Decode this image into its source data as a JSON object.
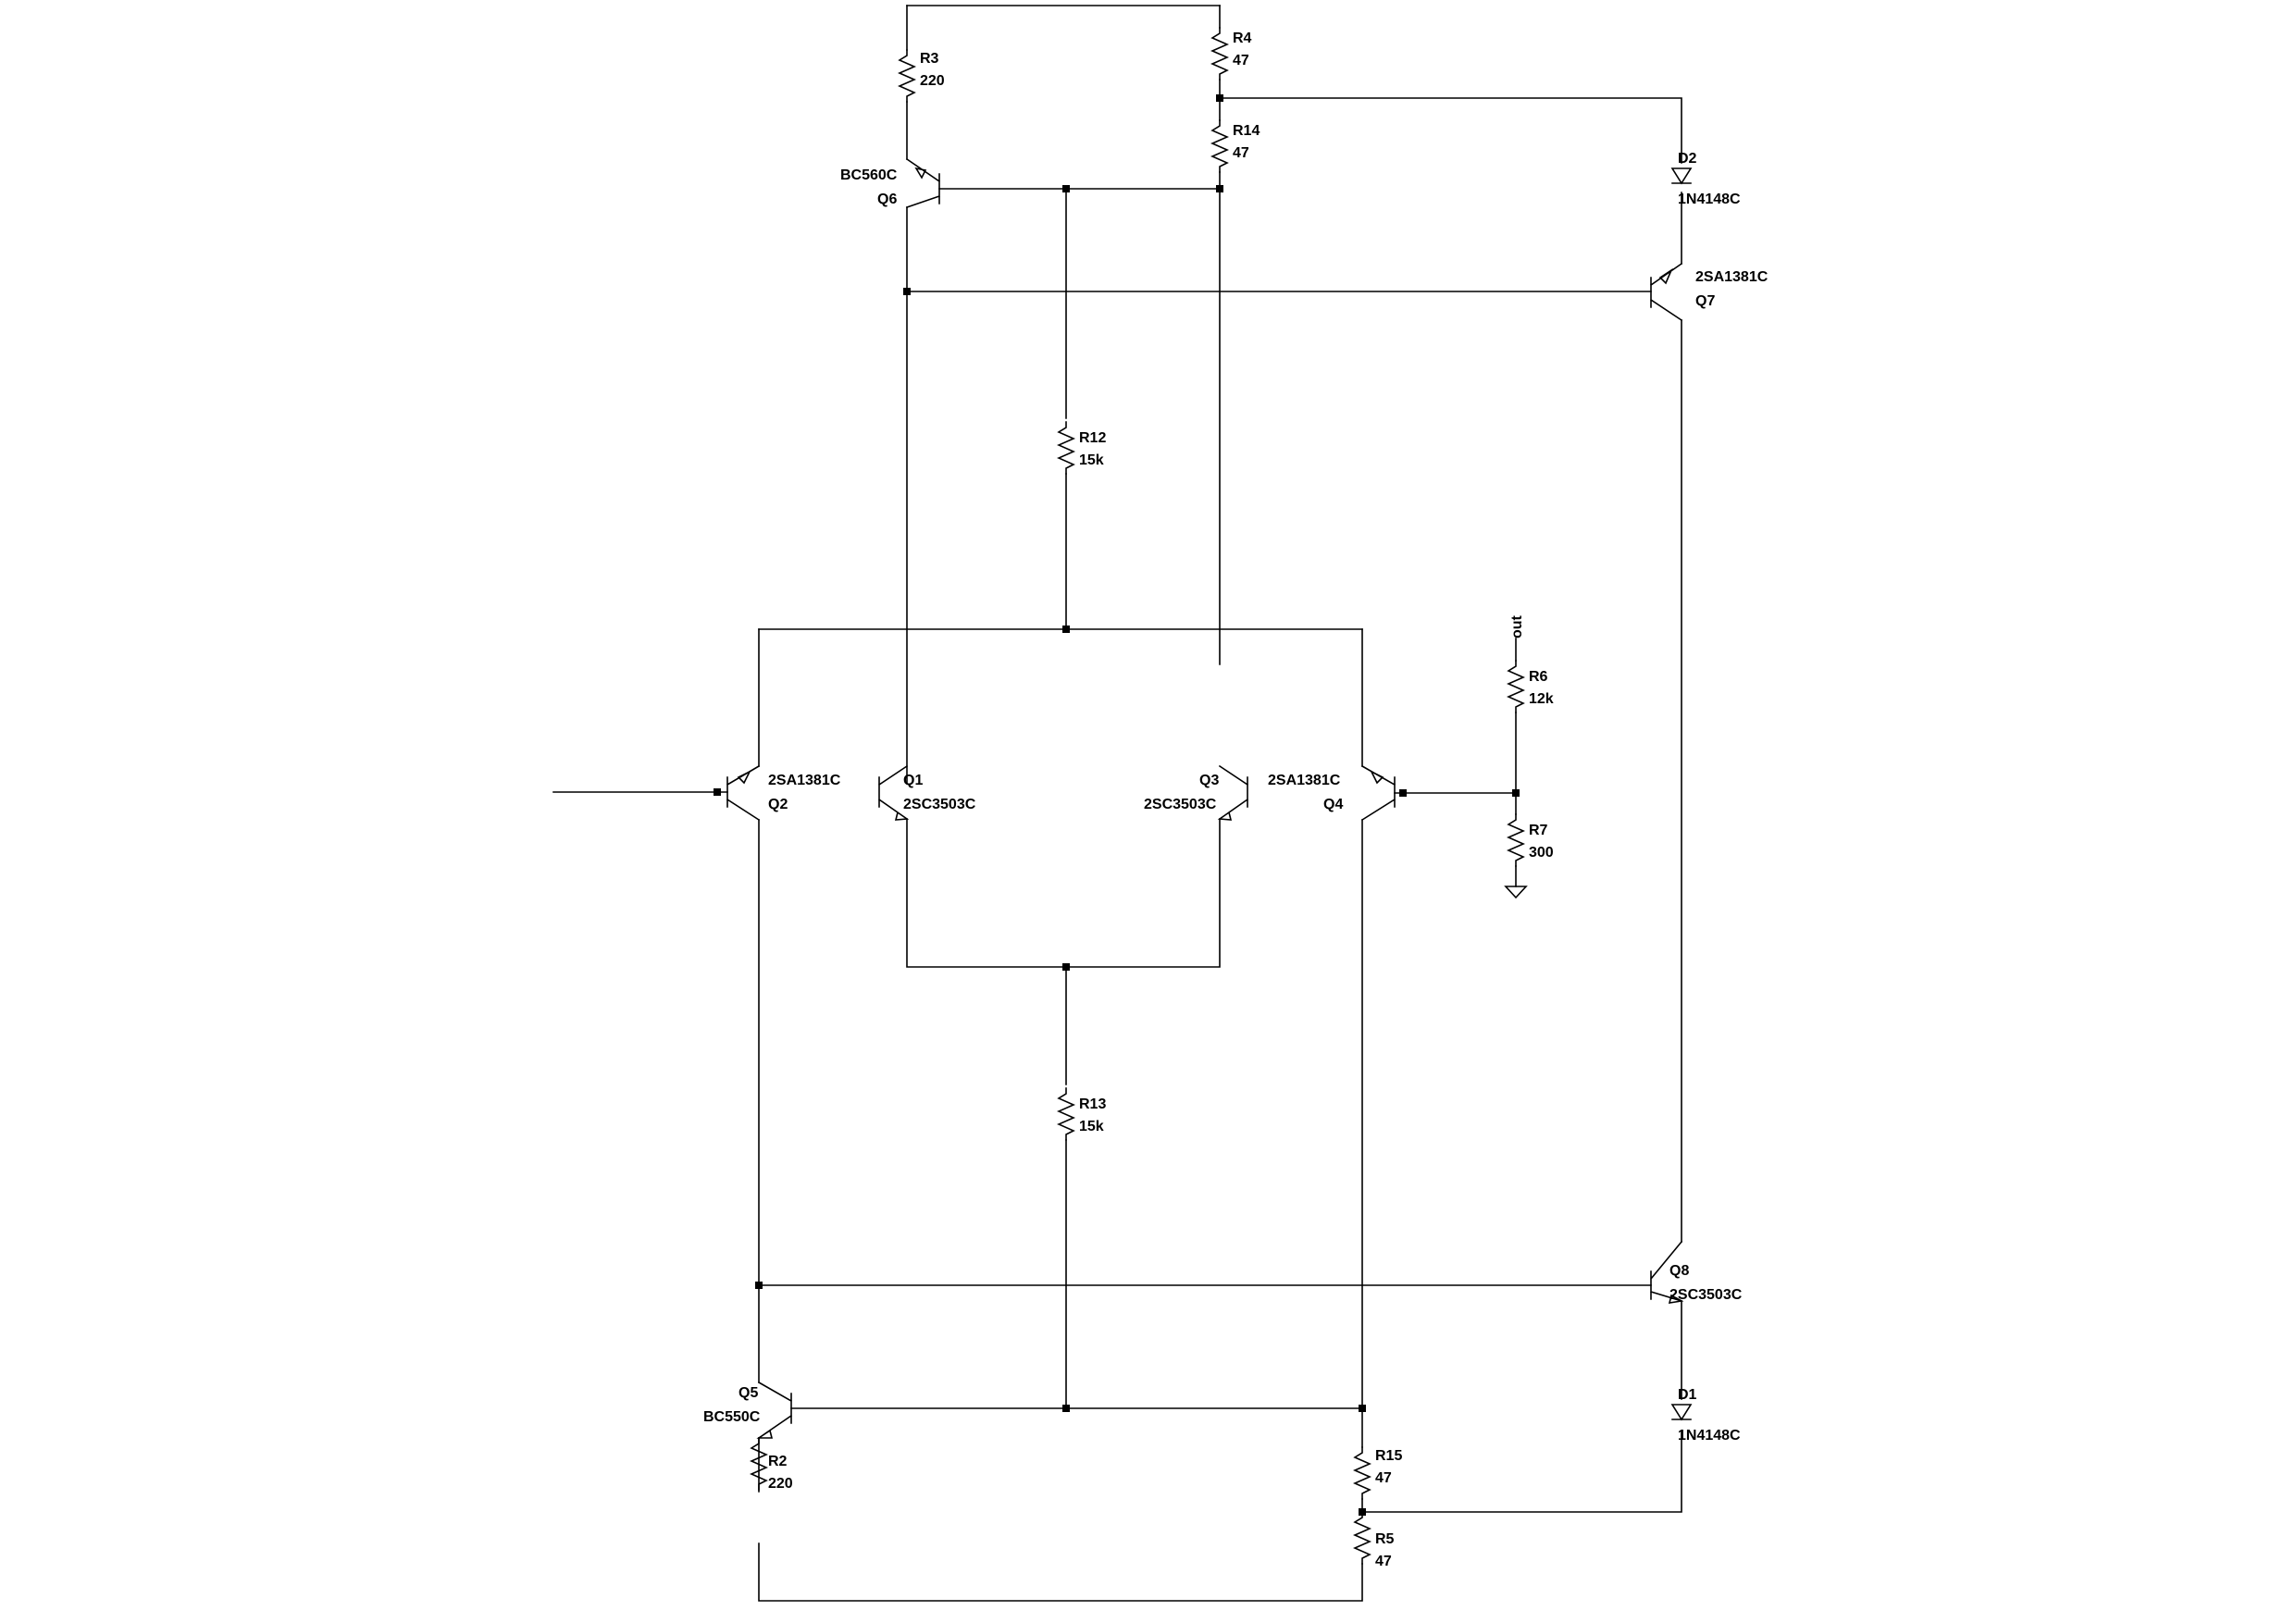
{
  "colors": {
    "background": "#ffffff",
    "wire": "#000000"
  },
  "components": {
    "R3": {
      "ref": "R3",
      "value": "220"
    },
    "R4": {
      "ref": "R4",
      "value": "47"
    },
    "R14": {
      "ref": "R14",
      "value": "47"
    },
    "R12": {
      "ref": "R12",
      "value": "15k"
    },
    "R13": {
      "ref": "R13",
      "value": "15k"
    },
    "R6": {
      "ref": "R6",
      "value": "12k"
    },
    "R7": {
      "ref": "R7",
      "value": "300"
    },
    "R15": {
      "ref": "R15",
      "value": "47"
    },
    "R5": {
      "ref": "R5",
      "value": "47"
    },
    "R2": {
      "ref": "R2",
      "value": "220"
    },
    "Q1": {
      "ref": "Q1",
      "value": "2SC3503C",
      "kind": "npn"
    },
    "Q2": {
      "ref": "Q2",
      "value": "2SA1381C",
      "kind": "pnp"
    },
    "Q3": {
      "ref": "Q3",
      "value": "2SC3503C",
      "kind": "npn"
    },
    "Q4": {
      "ref": "Q4",
      "value": "2SA1381C",
      "kind": "pnp"
    },
    "Q5": {
      "ref": "Q5",
      "value": "BC550C",
      "kind": "npn"
    },
    "Q6": {
      "ref": "Q6",
      "value": "BC560C",
      "kind": "pnp"
    },
    "Q7": {
      "ref": "Q7",
      "value": "2SA1381C",
      "kind": "pnp"
    },
    "Q8": {
      "ref": "Q8",
      "value": "2SC3503C",
      "kind": "npn"
    },
    "D1": {
      "ref": "D1",
      "value": "1N4148C"
    },
    "D2": {
      "ref": "D2",
      "value": "1N4148C"
    }
  },
  "net_labels": {
    "out": "out"
  },
  "icons": {
    "ground": "ground-icon",
    "resistor": "resistor-icon",
    "diode": "diode-icon",
    "transistor": "transistor-icon"
  }
}
